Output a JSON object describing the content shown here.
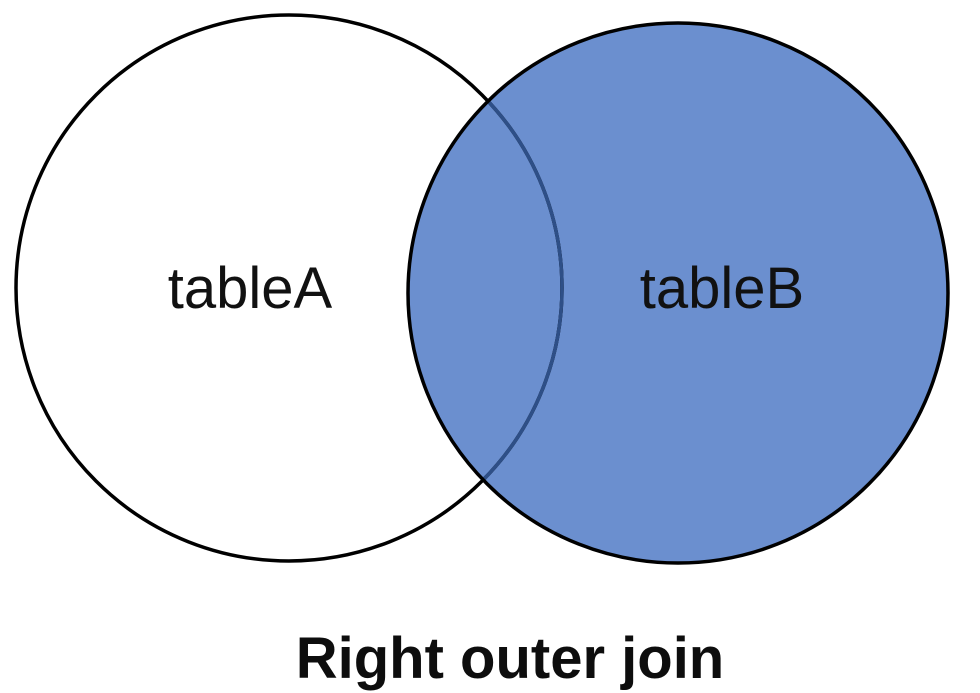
{
  "diagram": {
    "left_set": {
      "label": "tableA",
      "fill": "#ffffff",
      "highlighted": false
    },
    "right_set": {
      "label": "tableB",
      "fill": "#6b8fcf",
      "highlighted": true
    },
    "intersection": {
      "highlighted": true,
      "fill": "#6b8fcf"
    },
    "outline_color": "#000000",
    "inner_arc_color": "#2e4f87",
    "caption": "Right outer join"
  }
}
